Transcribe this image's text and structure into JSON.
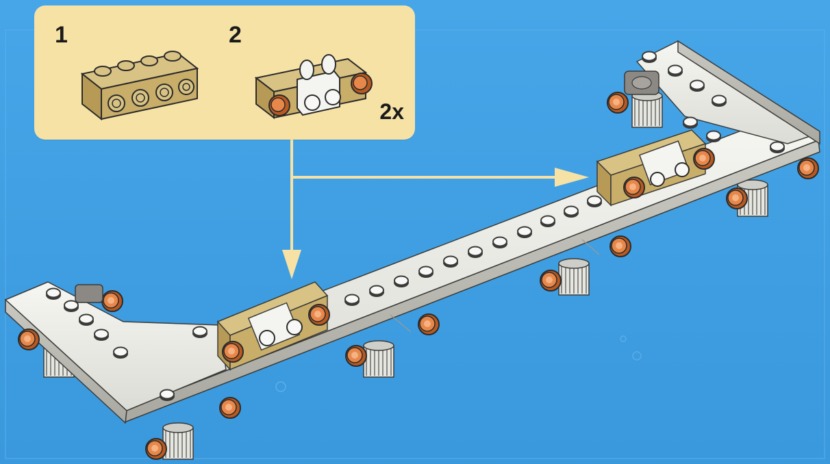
{
  "callout": {
    "step1_label": "1",
    "step2_label": "2",
    "quantity_label": "2x"
  },
  "colors": {
    "background": "#3f9fe2",
    "callout": "#f7e2a6",
    "tan_brick": "#c9ae6a",
    "orange_pin": "#e07b3a",
    "white_plate": "#f2f2ee",
    "arrow": "#f7e2a6"
  },
  "parts": {
    "step1": "tan-brick-1x4-with-studs-on-side-icon",
    "step2": "tan-brick-with-hinge-and-orange-pins-icon"
  }
}
